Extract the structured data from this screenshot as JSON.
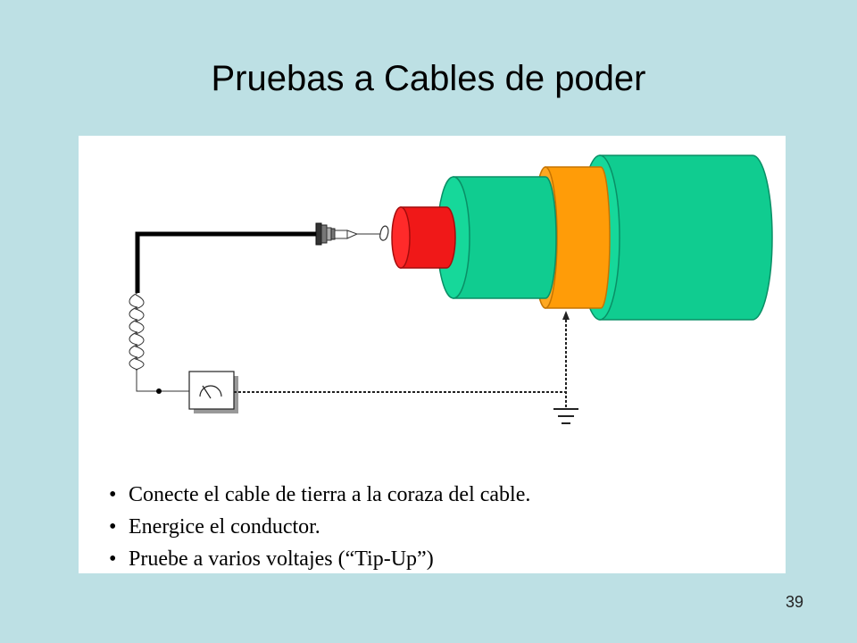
{
  "slide": {
    "title": "Pruebas a Cables de poder",
    "number": "39"
  },
  "diagram": {
    "bullet_symbol": "•",
    "bullets": [
      "Conecte el cable de tierra a la coraza del cable.",
      "Energice el conductor.",
      "Pruebe a varios voltajes (“Tip-Up”)"
    ],
    "colors": {
      "background": "#bde0e4",
      "conductor": "#f01818",
      "insulation": "#10cc90",
      "shield": "#ff9c08",
      "jacket": "#10cc90",
      "panel": "#ffffff"
    }
  }
}
